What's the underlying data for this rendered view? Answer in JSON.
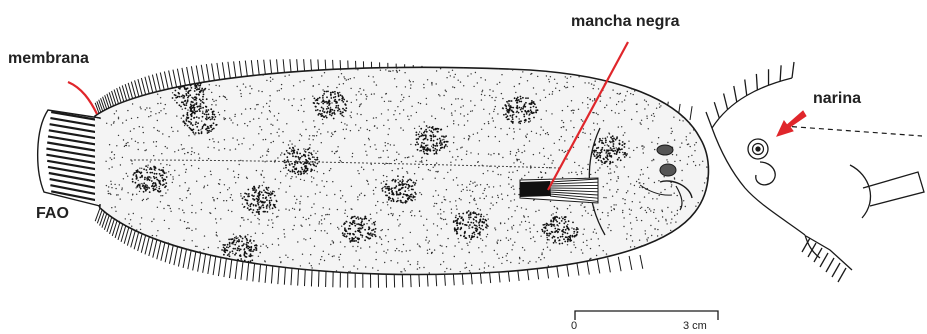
{
  "labels": {
    "membrana": "membrana",
    "mancha_negra": "mancha negra",
    "narina": "narina",
    "source": "FAO"
  },
  "scale_bar": {
    "start": "0",
    "end": "3 cm"
  },
  "colors": {
    "annotation_arrow": "#e0262b",
    "ink": "#1a1a1a"
  },
  "icons": [
    "fish-body-drawing",
    "head-detail-drawing",
    "nostril-pointer-arrow"
  ]
}
